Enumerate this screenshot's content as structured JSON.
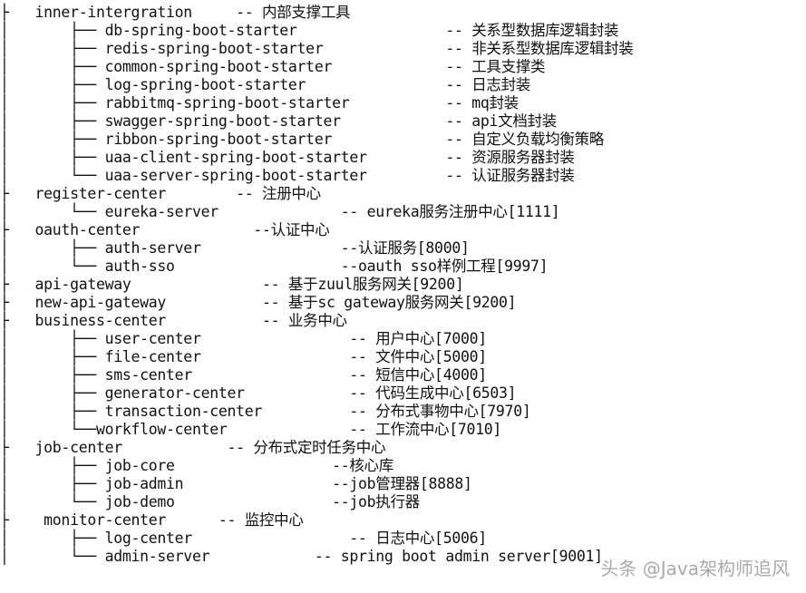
{
  "lines": [
    "├   inner-intergration     -- 内部支撑工具",
    "│       ├── db-spring-boot-starter                 -- 关系型数据库逻辑封装",
    "│       ├── redis-spring-boot-starter              -- 非关系型数据库逻辑封装",
    "│       ├── common-spring-boot-starter             -- 工具支撑类",
    "│       ├── log-spring-boot-starter                -- 日志封装",
    "│       ├── rabbitmq-spring-boot-starter           -- mq封装",
    "│       ├── swagger-spring-boot-starter            -- api文档封装",
    "│       ├── ribbon-spring-boot-starter             -- 自定义负载均衡策略",
    "│       ├── uaa-client-spring-boot-starter         -- 资源服务器封装",
    "│       └── uaa-server-spring-boot-starter         -- 认证服务器封装",
    "├   register-center        -- 注册中心",
    "│       └── eureka-server              -- eureka服务注册中心[1111]",
    "├   oauth-center             --认证中心",
    "│       ├── auth-server                --认证服务[8000]",
    "│       └── auth-sso                   --oauth sso样例工程[9997]",
    "├   api-gateway               -- 基于zuul服务网关[9200]",
    "├   new-api-gateway           -- 基于sc gateway服务网关[9200]",
    "├   business-center           -- 业务中心",
    "│       ├── user-center                 -- 用户中心[7000]",
    "│       ├── file-center                 -- 文件中心[5000]",
    "│       ├── sms-center                  -- 短信中心[4000]",
    "│       ├── generator-center            -- 代码生成中心[6503]",
    "│       ├── transaction-center          -- 分布式事物中心[7970]",
    "│       └──workflow-center              -- 工作流中心[7010]",
    "├   job-center            -- 分布式定时任务中心",
    "│       ├── job-core                  --核心库",
    "│       ├── job-admin                 --job管理器[8888]",
    "│       └── job-demo                  --job执行器",
    "├    monitor-center      -- 监控中心",
    "│       ├── log-center                  -- 日志中心[5006]",
    "│       └── admin-server            -- spring boot admin server[9001]"
  ],
  "watermark": "头条 @Java架构师追风"
}
